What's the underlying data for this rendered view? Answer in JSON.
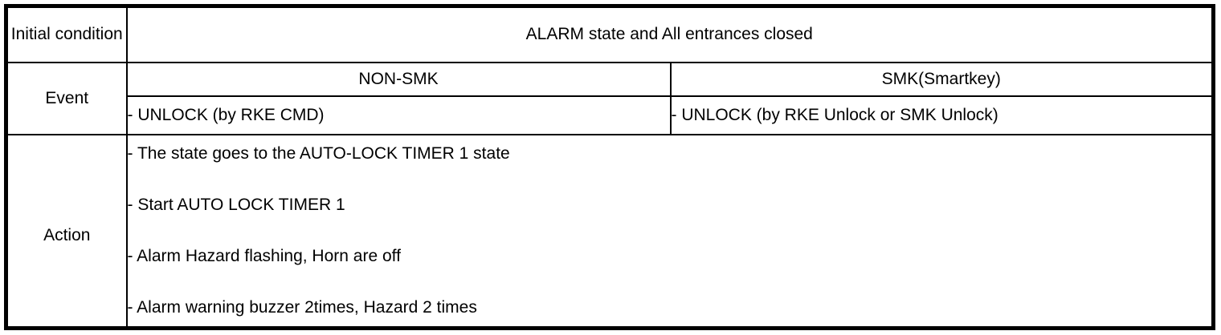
{
  "table": {
    "initial_condition_label": "Initial condition",
    "alarm_header": "ALARM state and All entrances closed",
    "event_label": "Event",
    "action_label": "Action",
    "columns": [
      {
        "name": "NON-SMK",
        "event": "- UNLOCK (by RKE CMD)"
      },
      {
        "name": "SMK(Smartkey)",
        "event": "- UNLOCK (by RKE Unlock or SMK Unlock)"
      }
    ],
    "actions": [
      "- The state goes to the AUTO-LOCK TIMER 1 state",
      "- Start AUTO LOCK TIMER 1",
      "- Alarm Hazard flashing, Horn are off",
      "- Alarm warning buzzer 2times, Hazard 2 times"
    ],
    "colors": {
      "border": "#000000",
      "text": "#000000",
      "background": "#ffffff"
    }
  }
}
